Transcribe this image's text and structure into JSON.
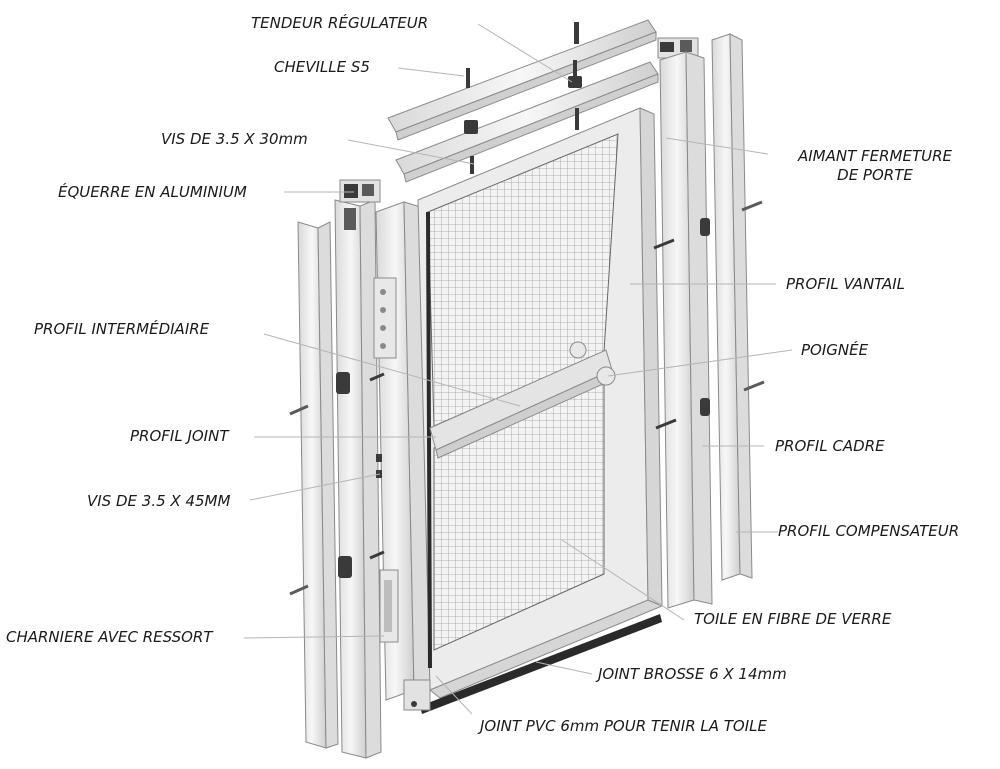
{
  "labels": {
    "tendeur": "TENDEUR RÉGULATEUR",
    "cheville": "CHEVILLE S5",
    "vis30": "VIS DE 3.5 X 30mm",
    "equerre": "ÉQUERRE EN ALUMINIUM",
    "aimant_l1": "AIMANT FERMETURE",
    "aimant_l2": "DE PORTE",
    "vantail": "PROFIL VANTAIL",
    "intermediaire": "PROFIL INTERMÉDIAIRE",
    "poignee": "POIGNÉE",
    "joint": "PROFIL JOINT",
    "cadre": "PROFIL CADRE",
    "vis45": "VIS DE 3.5 X 45MM",
    "compensateur": "PROFIL COMPENSATEUR",
    "toile": "TOILE EN FIBRE DE VERRE",
    "charniere": "CHARNIERE AVEC RESSORT",
    "brosse": "JOINT BROSSE 6 X 14mm",
    "pvc": "JOINT PVC 6mm POUR TENIR LA TOILE"
  },
  "colors": {
    "profile_fill": "#eeeeee",
    "profile_stroke": "#8a8a8a",
    "mesh": "#9a9a9a",
    "leader": "#b5b5b5",
    "hardware": "#3a3a3a"
  }
}
